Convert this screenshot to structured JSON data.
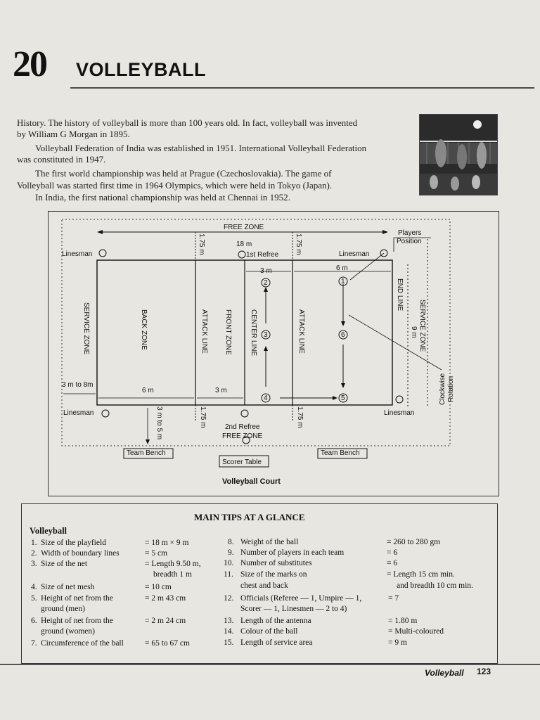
{
  "chapter": {
    "number": "20",
    "title": "VOLLEYBALL"
  },
  "history": [
    "History. The history of volleyball is more than 100 years old. In fact, volleyball was invented",
    "by William G Morgan in 1895.",
    "Volleyball Federation of India was established in 1951. International Volleyball Federation",
    "was constituted in 1947.",
    "The first world championship was held at Prague (Czechoslovakia). The game of",
    "Volleyball was started first time in 1964 Olympics, which were held in Tokyo (Japan).",
    "In India, the first national championship was held at Chennai in 1952."
  ],
  "court": {
    "free_zone_top": "FREE ZONE",
    "free_zone_bottom": "FREE ZONE",
    "length": "18 m",
    "first_referee": "1st Refree",
    "second_referee": "2nd Refree",
    "players_position": [
      "Players",
      "Position"
    ],
    "linesman": "Linesman",
    "three_m": "3 m",
    "six_m": "6 m",
    "six_m_bottom": "6 m",
    "three_m_bottom": "3 m",
    "three_to_eight": "3 m to 8m",
    "three_to_five": "3 m to 5 m",
    "one_seventy_five": "1.75 m",
    "end_line": "END LINE",
    "service_zone": "SERVICE ZONE",
    "service_zone_right": "SERVICE ZONE",
    "service_zone_width": "9 m",
    "back_zone": "BACK ZONE",
    "attack_line": "ATTACK LINE",
    "front_zone": "FRONT ZONE",
    "center_line": "CENTER LINE",
    "clockwise": [
      "Clockwise",
      "Rotation"
    ],
    "team_bench": "Team Bench",
    "scorer_table": "Scorer Table",
    "caption": "Volleyball Court",
    "positions": [
      "1",
      "2",
      "3",
      "4",
      "5",
      "6"
    ]
  },
  "tips": {
    "heading": "MAIN TIPS AT A GLANCE",
    "subheading": "Volleyball",
    "left": [
      {
        "num": "1.",
        "label": "Size of the playfield",
        "value": "= 18 m × 9 m"
      },
      {
        "num": "2.",
        "label": "Width of boundary lines",
        "value": "= 5 cm"
      },
      {
        "num": "3.",
        "label": "Size of the net",
        "value": "= Length 9.50 m,",
        "value2": "breadth 1 m"
      },
      {
        "num": "4.",
        "label": "Size of net mesh",
        "value": "= 10 cm"
      },
      {
        "num": "5.",
        "label": "Height of net from the",
        "label2": "ground (men)",
        "value": "= 2 m 43 cm"
      },
      {
        "num": "6.",
        "label": "Height of net from the",
        "label2": "ground (women)",
        "value": "= 2 m 24 cm"
      },
      {
        "num": "7.",
        "label": "Circumference of the ball",
        "value": "= 65 to 67 cm"
      }
    ],
    "right": [
      {
        "num": "8.",
        "label": "Weight of the ball",
        "value": "= 260 to 280 gm"
      },
      {
        "num": "9.",
        "label": "Number of players in each team",
        "value": "= 6"
      },
      {
        "num": "10.",
        "label": "Number of substitutes",
        "value": "= 6"
      },
      {
        "num": "11.",
        "label": "Size of the marks on",
        "label2": "chest and back",
        "value": "= Length 15 cm min.",
        "value2": "and breadth 10 cm min."
      },
      {
        "num": "12.",
        "label": "Officials (Referee — 1, Umpire — 1,",
        "label2": "Scorer — 1, Linesmen — 2 to 4)",
        "value": "= 7"
      },
      {
        "num": "13.",
        "label": "Length of the antenna",
        "value": "= 1.80 m"
      },
      {
        "num": "14.",
        "label": "Colour of the ball",
        "value": "= Multi-coloured"
      },
      {
        "num": "15.",
        "label": "Length of service area",
        "value": "= 9 m"
      }
    ]
  },
  "footer": {
    "label": "Volleyball",
    "page": "123"
  }
}
